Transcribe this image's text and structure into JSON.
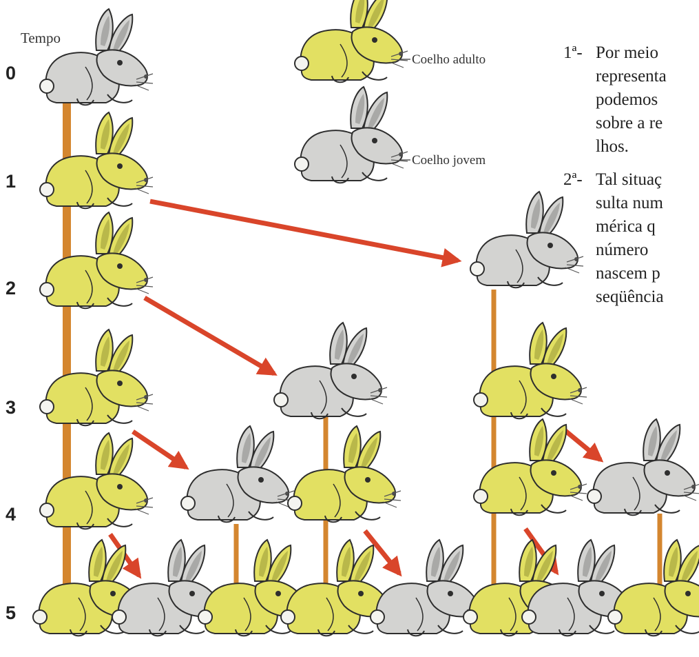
{
  "header": {
    "time_label": "Tempo"
  },
  "legend": [
    {
      "label": "Coelho adulto",
      "kind": "adult"
    },
    {
      "label": "Coelho jovem",
      "kind": "young"
    }
  ],
  "rows": [
    {
      "label": "0",
      "rabbits": 1
    },
    {
      "label": "1",
      "rabbits": 1
    },
    {
      "label": "2",
      "rabbits": 2
    },
    {
      "label": "3",
      "rabbits": 3
    },
    {
      "label": "4",
      "rabbits": 5
    },
    {
      "label": "5",
      "rabbits": 8
    }
  ],
  "colors": {
    "adult": "#e2e062",
    "young": "#d3d3d1",
    "arrow": "#d9452a",
    "line": "#d4862f",
    "outline": "#2e2e2e"
  },
  "notes": [
    {
      "number": "1ª-",
      "lines": [
        "Por meio",
        "representa",
        "podemos",
        "sobre a re",
        "lhos."
      ]
    },
    {
      "number": "2ª-",
      "lines": [
        "Tal situaç",
        "sulta num",
        "mérica q",
        "número",
        "nascem p",
        "seqüência"
      ]
    }
  ]
}
